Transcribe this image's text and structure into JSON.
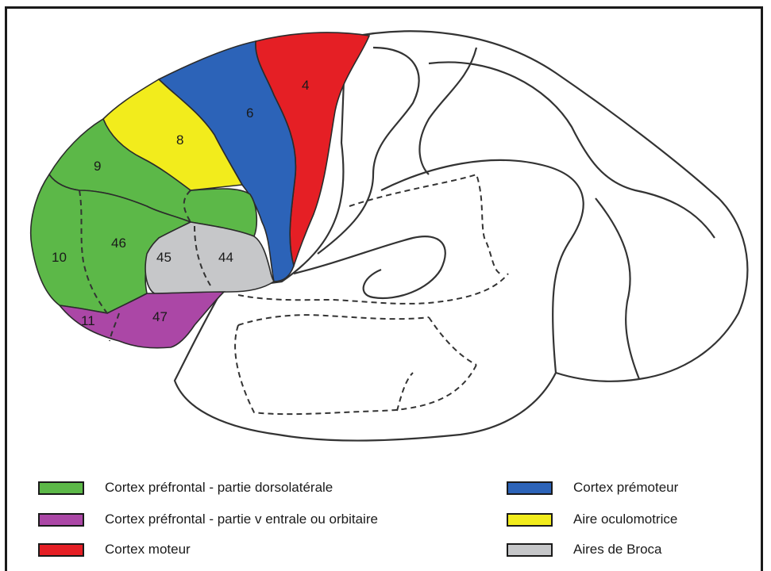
{
  "colors": {
    "dorsolateral": "#5cb848",
    "ventral_orbital": "#ab47a6",
    "motor": "#e51f25",
    "premotor": "#2c63b8",
    "oculomotor": "#f2ec1c",
    "broca": "#c6c7c9"
  },
  "areas": {
    "a4": "4",
    "a6": "6",
    "a8": "8",
    "a9": "9",
    "a10": "10",
    "a46": "46",
    "a45": "45",
    "a44": "44",
    "a11": "11",
    "a47": "47"
  },
  "legend": [
    {
      "label": "Cortex préfrontal - partie dorsolatérale",
      "color": "#5cb848"
    },
    {
      "label": "Cortex préfrontal - partie v entrale ou orbitaire",
      "color": "#ab47a6"
    },
    {
      "label": "Cortex moteur",
      "color": "#e51f25"
    },
    {
      "label": "Cortex prémoteur",
      "color": "#2c63b8"
    },
    {
      "label": "Aire oculomotrice",
      "color": "#f2ec1c"
    },
    {
      "label": "Aires de Broca",
      "color": "#c6c7c9"
    }
  ]
}
